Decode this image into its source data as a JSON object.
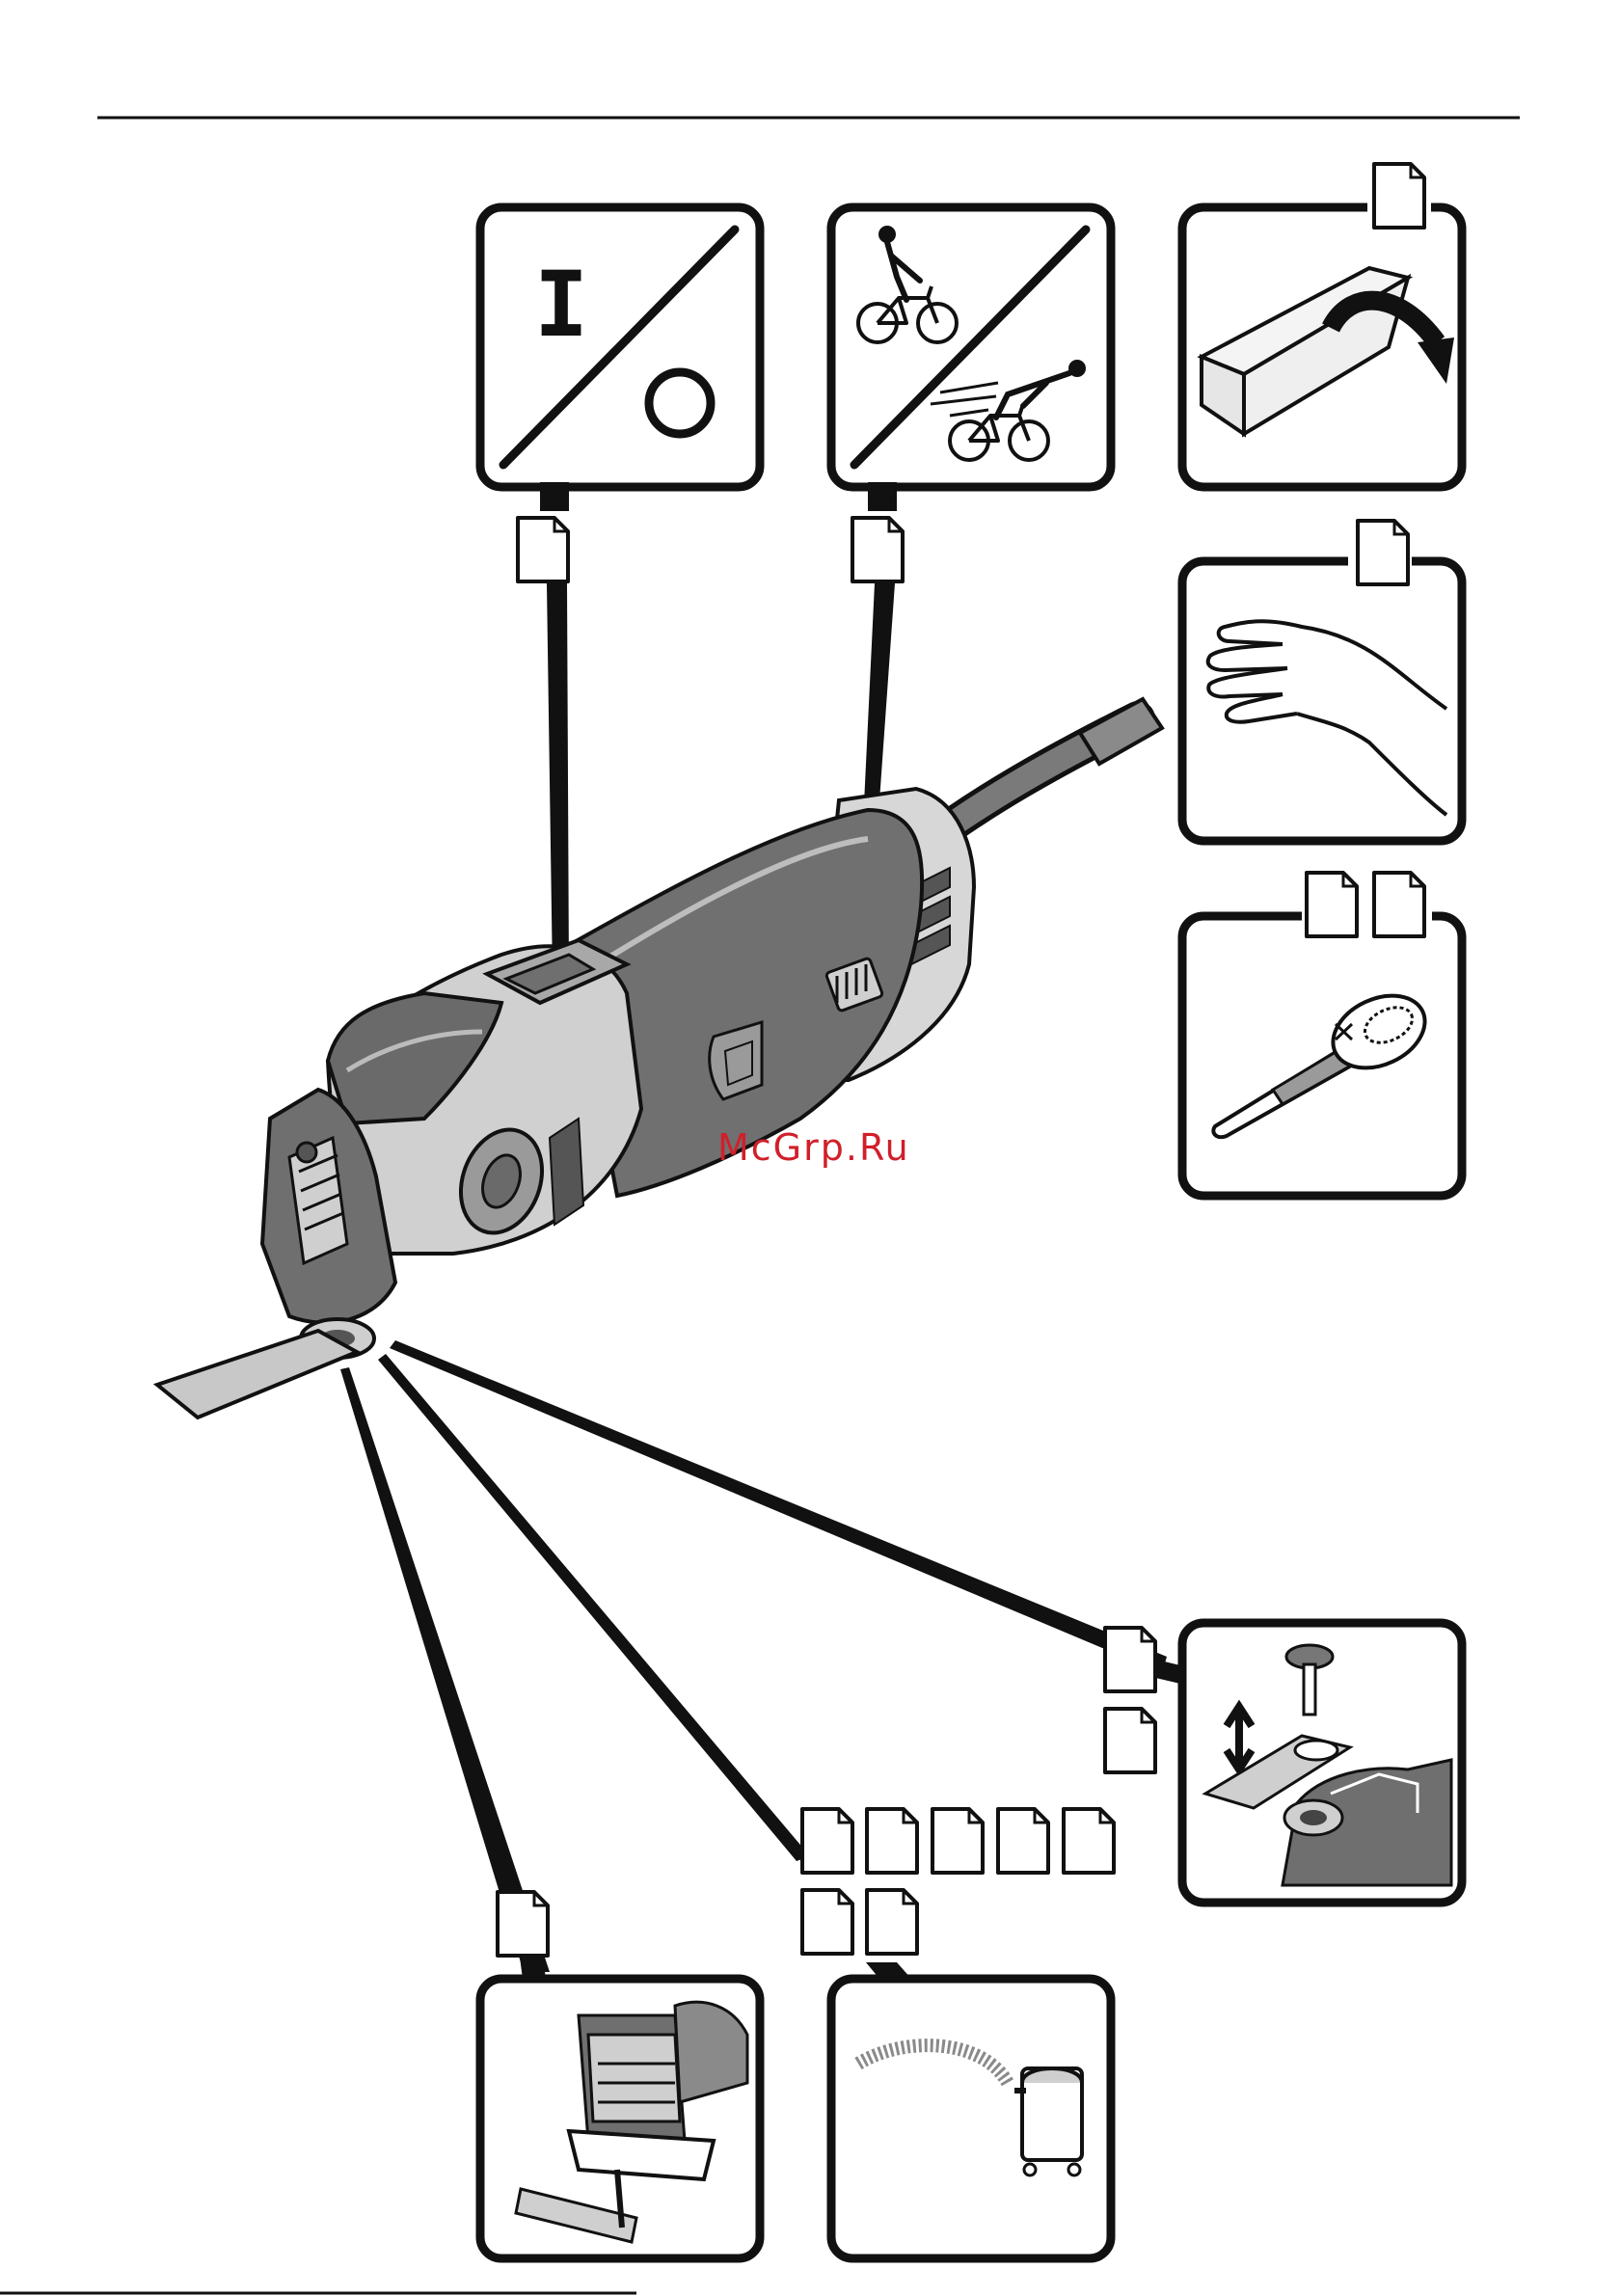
{
  "watermark": "McGrp.Ru",
  "colors": {
    "ink": "#111111",
    "tool_body": "#6f6f6f",
    "tool_light": "#cfcfcf",
    "tool_grip": "#8a8a8a",
    "watermark": "#d11f2a"
  },
  "panels": [
    {
      "id": "on-off-switch",
      "icon": "power-switch-icon",
      "symbol_on": "I"
    },
    {
      "id": "speed-control",
      "icon": "cyclist-speed-icon"
    },
    {
      "id": "unpacking",
      "icon": "open-box-icon"
    },
    {
      "id": "hand-vibration",
      "icon": "hand-icon"
    },
    {
      "id": "accessory-tool",
      "icon": "wrench-icon"
    },
    {
      "id": "blade-change",
      "icon": "blade-mount-icon"
    },
    {
      "id": "depth-stop",
      "icon": "depth-stop-icon"
    },
    {
      "id": "dust-extraction",
      "icon": "vacuum-icon"
    }
  ],
  "page_refs": {
    "on_off": 1,
    "speed": 1,
    "unpacking": 1,
    "hand": 1,
    "accessory": 2,
    "blade": 2,
    "depth": 1,
    "dust": 7
  }
}
